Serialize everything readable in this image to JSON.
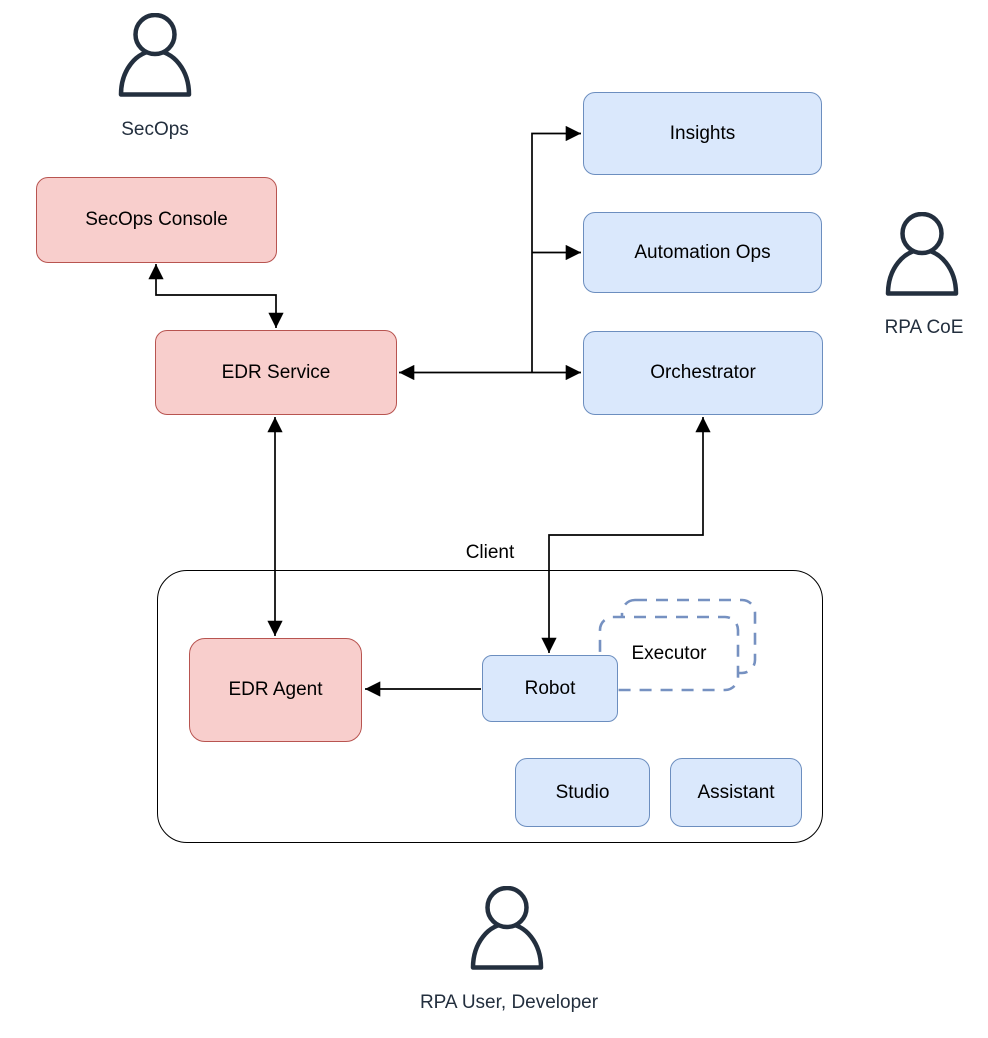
{
  "colors": {
    "background": "#ffffff",
    "label_color": "#000000",
    "edge_color": "#000000",
    "container_stroke": "#000000",
    "red_fill": "#f8cecc",
    "red_stroke": "#b85450",
    "blue_fill": "#dae8fc",
    "blue_stroke": "#6c8ebf",
    "executor_stroke": "#7691c1",
    "actor_color": "#232f3e"
  },
  "nodes": {
    "secops_console": "SecOps Console",
    "edr_service": "EDR Service",
    "edr_agent": "EDR Agent",
    "insights": "Insights",
    "automation_ops": "Automation Ops",
    "orchestrator": "Orchestrator",
    "robot": "Robot",
    "executor": "Executor",
    "studio": "Studio",
    "assistant": "Assistant"
  },
  "groups": {
    "client": "Client"
  },
  "actors": {
    "secops": "SecOps",
    "rpa_coe": "RPA CoE",
    "rpa_user": "RPA User, Developer"
  },
  "edges": [
    {
      "from": "secops_console",
      "to": "edr_service",
      "bidirectional": true
    },
    {
      "from": "edr_service",
      "to": "orchestrator",
      "bidirectional": true
    },
    {
      "from": "orchestrator",
      "to": "insights",
      "bidirectional": false
    },
    {
      "from": "orchestrator",
      "to": "automation_ops",
      "bidirectional": false
    },
    {
      "from": "edr_service",
      "to": "edr_agent",
      "bidirectional": true
    },
    {
      "from": "orchestrator",
      "to": "robot",
      "bidirectional": true
    },
    {
      "from": "robot",
      "to": "edr_agent",
      "bidirectional": false
    }
  ]
}
